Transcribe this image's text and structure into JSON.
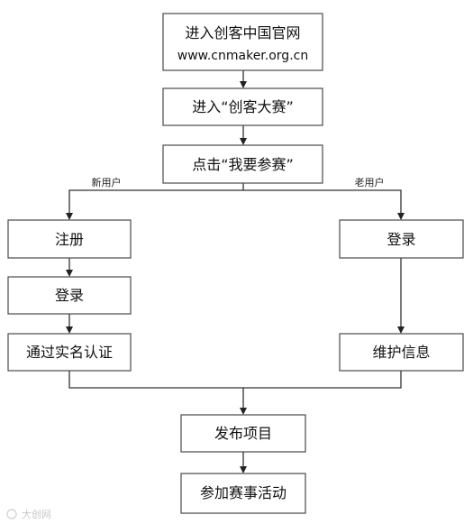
{
  "flow": {
    "step1_title": "进入创客中国官网",
    "step1_url": "www.cnmaker.org.cn",
    "step2": "进入“创客大赛”",
    "step3": "点击“我要参赛”",
    "branch_new_label": "新用户",
    "branch_old_label": "老用户",
    "new_user_steps": [
      "注册",
      "登录",
      "通过实名认证"
    ],
    "old_user_steps": [
      "登录",
      "维护信息"
    ],
    "step_publish": "发布项目",
    "step_join": "参加赛事活动"
  },
  "watermark": "大创网"
}
